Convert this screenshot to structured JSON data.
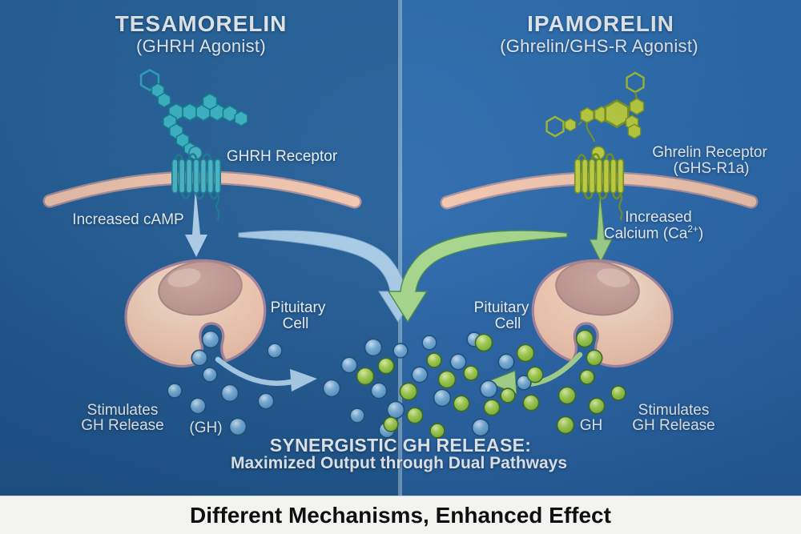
{
  "left_panel": {
    "title": "TESAMORELIN",
    "subtitle": "(GHRH Agonist)",
    "receptor_label": "GHRH Receptor",
    "signal_label": "Increased cAMP",
    "cell_label": [
      "Pituitary",
      "Cell"
    ],
    "release_label": [
      "Stimulates",
      "GH Release"
    ],
    "hormone_label": "(GH)"
  },
  "right_panel": {
    "title": "IPAMORELIN",
    "subtitle": "(Ghrelin/GHS-R Agonist)",
    "receptor_label": [
      "Ghrelin Receptor",
      "(GHS-R1a)"
    ],
    "signal_label_line1": "Increased",
    "signal_label_line2": {
      "pre": "Calcium (Ca",
      "sup": "2+",
      "post": ")"
    },
    "cell_label": [
      "Pituitary",
      "Cell"
    ],
    "hormone_label": "GH",
    "release_label": [
      "Stimulates",
      "GH Release"
    ]
  },
  "center": {
    "headline": "SYNERGISTIC GH RELEASE:",
    "subheadline": "Maximized Output through Dual Pathways"
  },
  "footer": {
    "caption": "Different Mechanisms, Enhanced Effect"
  },
  "icons": {
    "tesamorelin-molecule-icon": "teal-hexagon-peptide-chain",
    "ipamorelin-molecule-icon": "green-hexagon-peptide-cluster",
    "ghrh-receptor-icon": "seven-transmembrane-receptor",
    "ghs-receptor-icon": "seven-transmembrane-receptor",
    "cell-membrane": "salmon-arc",
    "pituitary-cell-icon": "cell-blob-with-nucleus",
    "gh-dot-blue": "blue-sphere",
    "gh-dot-green": "green-sphere",
    "camp-arrow": "tapered-down-arrow",
    "calcium-arrow": "tapered-down-arrow",
    "synergy-arrows": "converging-swoosh-arrows"
  },
  "colors": {
    "background_left": "#26639f",
    "background_right": "#2e70b2",
    "divider": "#b4cfe2",
    "membrane": "#f5c8b0",
    "tesamorelin_molecule": "#3cb7c7",
    "ipamorelin_molecule": "#bccf3d",
    "gh_dot_blue": "#5b9bd0",
    "gh_dot_green": "#8cc63f",
    "arrow_blue": "#a9cde9",
    "arrow_green": "#a8d98c",
    "pituitary_cell": "#f5cab2",
    "nucleus": "#c49a93",
    "footer_band": "#f3f4f1",
    "label_text": "#eef4f8",
    "footer_text": "#101010"
  }
}
